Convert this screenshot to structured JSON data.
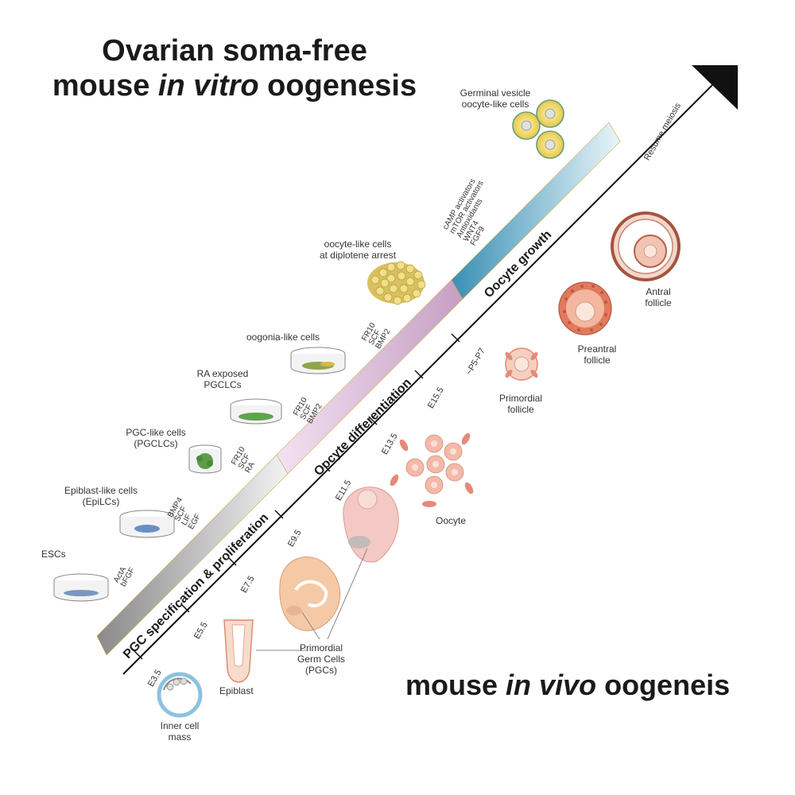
{
  "title_top": {
    "line1": "Ovarian soma-free",
    "line2_pre": "mouse ",
    "line2_em": "in vitro",
    "line2_post": " oogenesis"
  },
  "title_bottom": {
    "pre": "mouse ",
    "em": "in vivo",
    "post": " oogeneis"
  },
  "stages": [
    {
      "label": "PGC specification & proliferation",
      "color_from": "#8a8a8a",
      "color_to": "#f2f2f2"
    },
    {
      "label": "Oocyte differentiation",
      "color_from": "#f0d8ee",
      "color_to": "#c9a0c6"
    },
    {
      "label": "Oocyte growth",
      "color_from": "#3a8fb5",
      "color_to": "#e6f4f8"
    }
  ],
  "timeline_ticks": [
    "E3.5",
    "E5.5",
    "E7.5",
    "E9.5",
    "E11.5",
    "E13.5",
    "E15.5",
    "~P5-P7"
  ],
  "timeline_end_label": "Resume meiosis",
  "in_vitro": {
    "esc": "ESCs",
    "epilc": {
      "line1": "Epiblast-like cells",
      "line2": "(EpiLCs)"
    },
    "pgclc": {
      "line1": "PGC-like cells",
      "line2": "(PGCLCs)"
    },
    "ra_pgclc": {
      "line1": "RA exposed",
      "line2": "PGCLCs"
    },
    "oogonia": "oogonia-like cells",
    "diplotene": {
      "line1": "oocyte-like cells",
      "line2": "at diplotene arrest"
    },
    "gv": {
      "line1": "Germinal vesicle",
      "line2": "oocyte-like cells"
    }
  },
  "factors": {
    "f1": [
      "ActA",
      "bFGF"
    ],
    "f2": [
      "BMP4",
      "SCF",
      "LIF",
      "EGF"
    ],
    "f3": [
      "FR10",
      "SCF",
      "RA"
    ],
    "f4": [
      "FR10",
      "SCF",
      "BMP2"
    ],
    "f5": [
      "FR10",
      "SCF",
      "BMP2"
    ],
    "f6": [
      "cAMP activators",
      "mTOR activators",
      "Antioxidants",
      "WNT4",
      "FGF9"
    ]
  },
  "in_vivo": {
    "icm": {
      "line1": "Inner cell",
      "line2": "mass"
    },
    "epiblast": "Epiblast",
    "pgc": {
      "line1": "Primordial",
      "line2": "Germ Cells",
      "line3": "(PGCs)"
    },
    "oocyte": "Oocyte",
    "primordial": {
      "line1": "Primordial",
      "line2": "follicle"
    },
    "preantral": {
      "line1": "Preantral",
      "line2": "follicle"
    },
    "antral": {
      "line1": "Antral",
      "line2": "follicle"
    }
  }
}
